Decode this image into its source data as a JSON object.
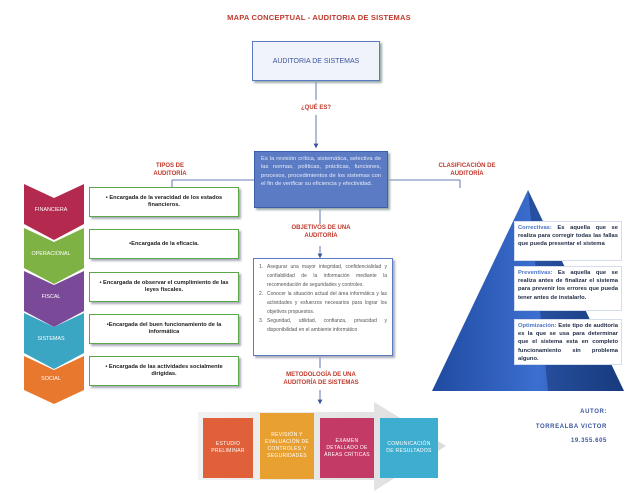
{
  "title": "MAPA CONCEPTUAL - AUDITORIA DE SISTEMAS",
  "main_concept": "AUDITORIA DE SISTEMAS",
  "question": "¿QUÉ ES?",
  "definition": "Es la revisión crítica, sistemática, selectiva de las normas, políticas, prácticas, funciones, procesos, procedimientos de los sistemas con el fin de verificar su eficiencia y efectividad.",
  "types": {
    "label": "TIPOS DE AUDITORÍA",
    "items": [
      {
        "name": "FINANCIERA",
        "description": "• Encargada de la veracidad de los estados financieros."
      },
      {
        "name": "OPERACIONAL",
        "description": "•Encargada de la eficacia."
      },
      {
        "name": "FISCAL",
        "description": "• Encargada de observar el cumplimiento de las leyes fiscales."
      },
      {
        "name": "SISTEMAS",
        "description": "•Encargada del buen funcionamiento de la informática"
      },
      {
        "name": "SOCIAL",
        "description": "• Encargada de las actividades socialmente dirigidas."
      }
    ]
  },
  "objectives": {
    "label": "OBJETIVOS DE UNA AUDITORÍA",
    "items": [
      {
        "num": "1.",
        "text": "Asegurar una mayor integridad, confidencialidad y confiabilidad de la información mediante la recomendación de seguridades y controles."
      },
      {
        "num": "2.",
        "text": "Conocer la situación actual del área informática y las actividades y esfuerzos necesarios para lograr los objetivos propuestos."
      },
      {
        "num": "3.",
        "text": "Seguridad, utilidad, confianza, privacidad y disponibilidad en el ambiente informático"
      }
    ]
  },
  "classification": {
    "label": "CLASIFICACIÓN DE AUDITORÍA",
    "items": [
      {
        "key": "Correctivas:",
        "text": " Es aquella que se realiza para corregir todas las fallas que pueda presentar el sistema"
      },
      {
        "key": "Preventivas:",
        "text": " Es aquella que se realiza antes de finalizar el sistema para prevenir los errores que pueda tener antes de instalarlo."
      },
      {
        "key": "Optimización:",
        "text": " Este tipo de auditoria es la que se usa para determinar que el sistema esta en completo funcionamiento sin problema alguno."
      }
    ]
  },
  "methodology": {
    "label": "METODOLOGÍA DE UNA AUDITORÍA DE SISTEMAS",
    "steps": [
      {
        "text": "ESTUDIO PRELIMINAR",
        "color": "#e0603a"
      },
      {
        "text": "REVISIÓN Y EVALUACIÓN DE CONTROLES Y SEGURIDADES",
        "color": "#e8a030"
      },
      {
        "text": "EXAMEN DETALLADO DE ÁREAS CRÍTICAS",
        "color": "#c43a66"
      },
      {
        "text": "COMUNICACIÓN DE RESULTADOS",
        "color": "#3eaed0"
      }
    ]
  },
  "author": {
    "label": "AUTOR:",
    "name": "TORREALBA VICTOR",
    "id": "19.355.605"
  },
  "colors": {
    "accent_red": "#c0392b",
    "accent_blue": "#5b7bc4",
    "chevrons": [
      "#b42a4f",
      "#7fb245",
      "#7a4a98",
      "#3ba5c4",
      "#e8782e"
    ],
    "pyramid": "#2f5cb8"
  }
}
